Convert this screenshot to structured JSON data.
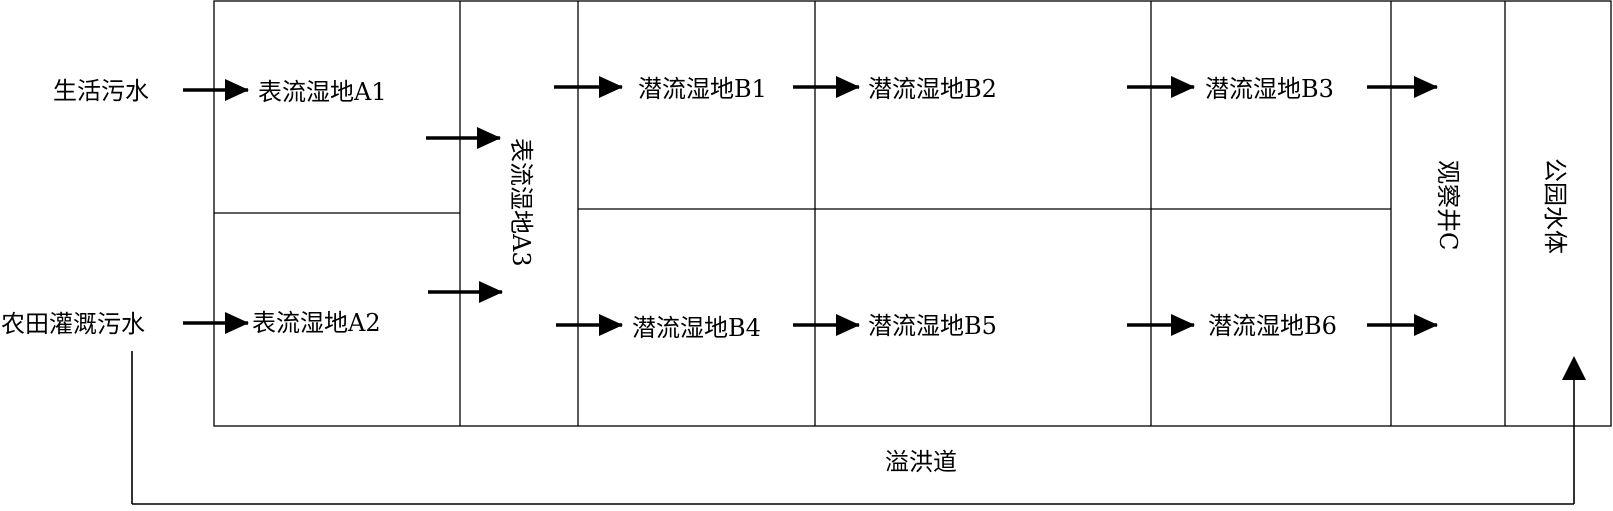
{
  "inputs": {
    "domestic": "生活污水",
    "farmland": "农田灌溉污水"
  },
  "nodes": {
    "a1": "表流湿地A1",
    "a2": "表流湿地A2",
    "a3": "表流湿地A3",
    "b1": "潜流湿地B1",
    "b2": "潜流湿地B2",
    "b3": "潜流湿地B3",
    "b4": "潜流湿地B4",
    "b5": "潜流湿地B5",
    "b6": "潜流湿地B6",
    "c": "观察井C",
    "park": "公园水体"
  },
  "spillway": "溢洪道",
  "colors": {
    "line": "#000000",
    "background": "#ffffff"
  }
}
